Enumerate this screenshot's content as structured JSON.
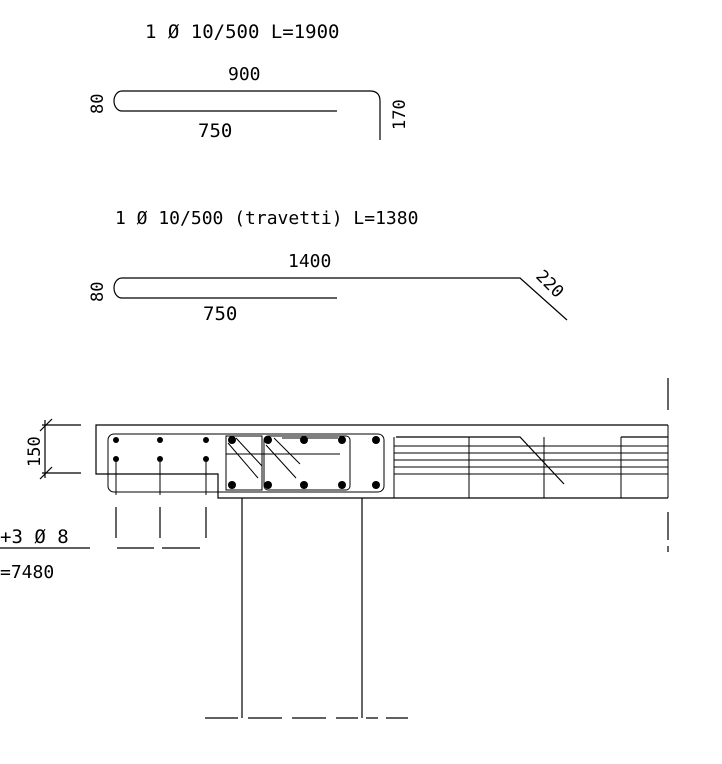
{
  "bar1": {
    "title": "1 Ø 10/500 L=1900",
    "top_length": "900",
    "bottom_length": "750",
    "hook": "80",
    "leg": "170"
  },
  "bar2": {
    "title": "1 Ø 10/500 (travetti) L=1380",
    "top_length": "1400",
    "bottom_length": "750",
    "hook": "80",
    "slope_leg": "220"
  },
  "section": {
    "slab_thickness": "150",
    "bar_count_fragment": "+3 Ø 8",
    "length_fragment": "=7480"
  }
}
